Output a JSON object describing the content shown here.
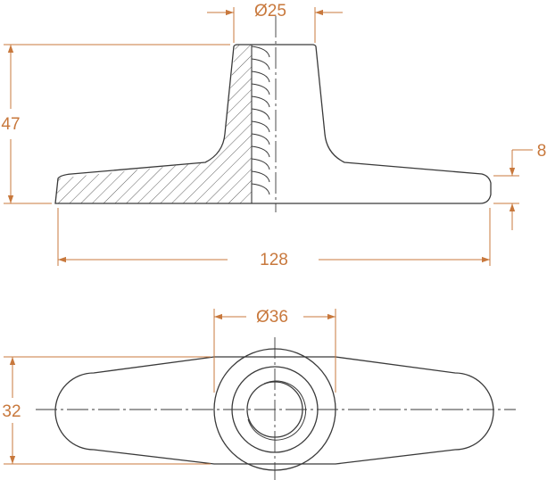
{
  "drawing": {
    "colors": {
      "part": "#3a3a3a",
      "dimension": "#c8783c",
      "background": "#ffffff"
    },
    "front_view": {
      "dimensions": {
        "bore_diameter": "Ø25",
        "overall_height": "47",
        "flange_thickness": "8",
        "overall_length": "128"
      }
    },
    "top_view": {
      "dimensions": {
        "hub_diameter": "Ø36",
        "width": "32"
      }
    }
  }
}
